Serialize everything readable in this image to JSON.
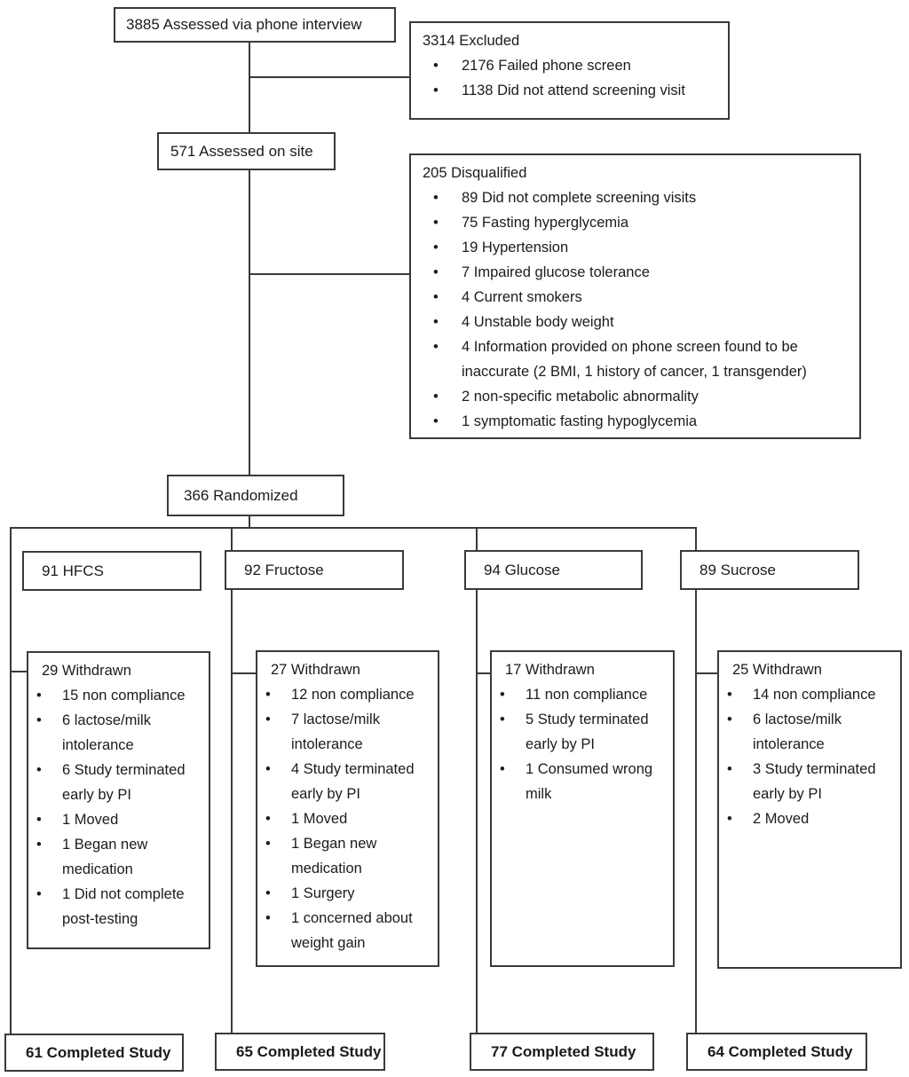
{
  "diagram": {
    "type": "consort-flow",
    "line_color": "#3a3a3a",
    "phone": {
      "label": "3885 Assessed via phone interview"
    },
    "excluded": {
      "title": "3314 Excluded",
      "items": [
        "2176 Failed phone screen",
        "1138 Did not attend screening visit"
      ]
    },
    "onsite": {
      "label": "571 Assessed on site"
    },
    "disqualified": {
      "title": "205 Disqualified",
      "items": [
        "89 Did not complete screening visits",
        "75 Fasting hyperglycemia",
        "19 Hypertension",
        "7 Impaired glucose tolerance",
        "4 Current smokers",
        "4 Unstable body weight",
        "4 Information provided on phone screen found to be inaccurate (2 BMI, 1 history of cancer, 1 transgender)",
        "2 non-specific metabolic abnormality",
        "1 symptomatic fasting hypoglycemia"
      ]
    },
    "randomized": {
      "label": "366 Randomized"
    },
    "arms": [
      {
        "group": "91 HFCS",
        "withdrawn_title": "29 Withdrawn",
        "withdrawn_items": [
          "15 non compliance",
          "6 lactose/milk intolerance",
          "6 Study terminated early by PI",
          "1 Moved",
          "1 Began new medication",
          "1 Did not complete post-testing"
        ],
        "completed": "61 Completed Study"
      },
      {
        "group": "92 Fructose",
        "withdrawn_title": "27 Withdrawn",
        "withdrawn_items": [
          "12 non compliance",
          "7 lactose/milk intolerance",
          "4 Study terminated early by PI",
          "1 Moved",
          "1 Began new medication",
          "1 Surgery",
          "1 concerned about weight gain"
        ],
        "completed": "65 Completed Study"
      },
      {
        "group": "94 Glucose",
        "withdrawn_title": "17 Withdrawn",
        "withdrawn_items": [
          "11 non compliance",
          "5 Study terminated early by PI",
          "1 Consumed wrong milk"
        ],
        "completed": "77 Completed Study"
      },
      {
        "group": "89 Sucrose",
        "withdrawn_title": "25 Withdrawn",
        "withdrawn_items": [
          "14 non compliance",
          "6 lactose/milk intolerance",
          "3 Study terminated early by PI",
          "2 Moved"
        ],
        "completed": "64 Completed Study"
      }
    ]
  }
}
